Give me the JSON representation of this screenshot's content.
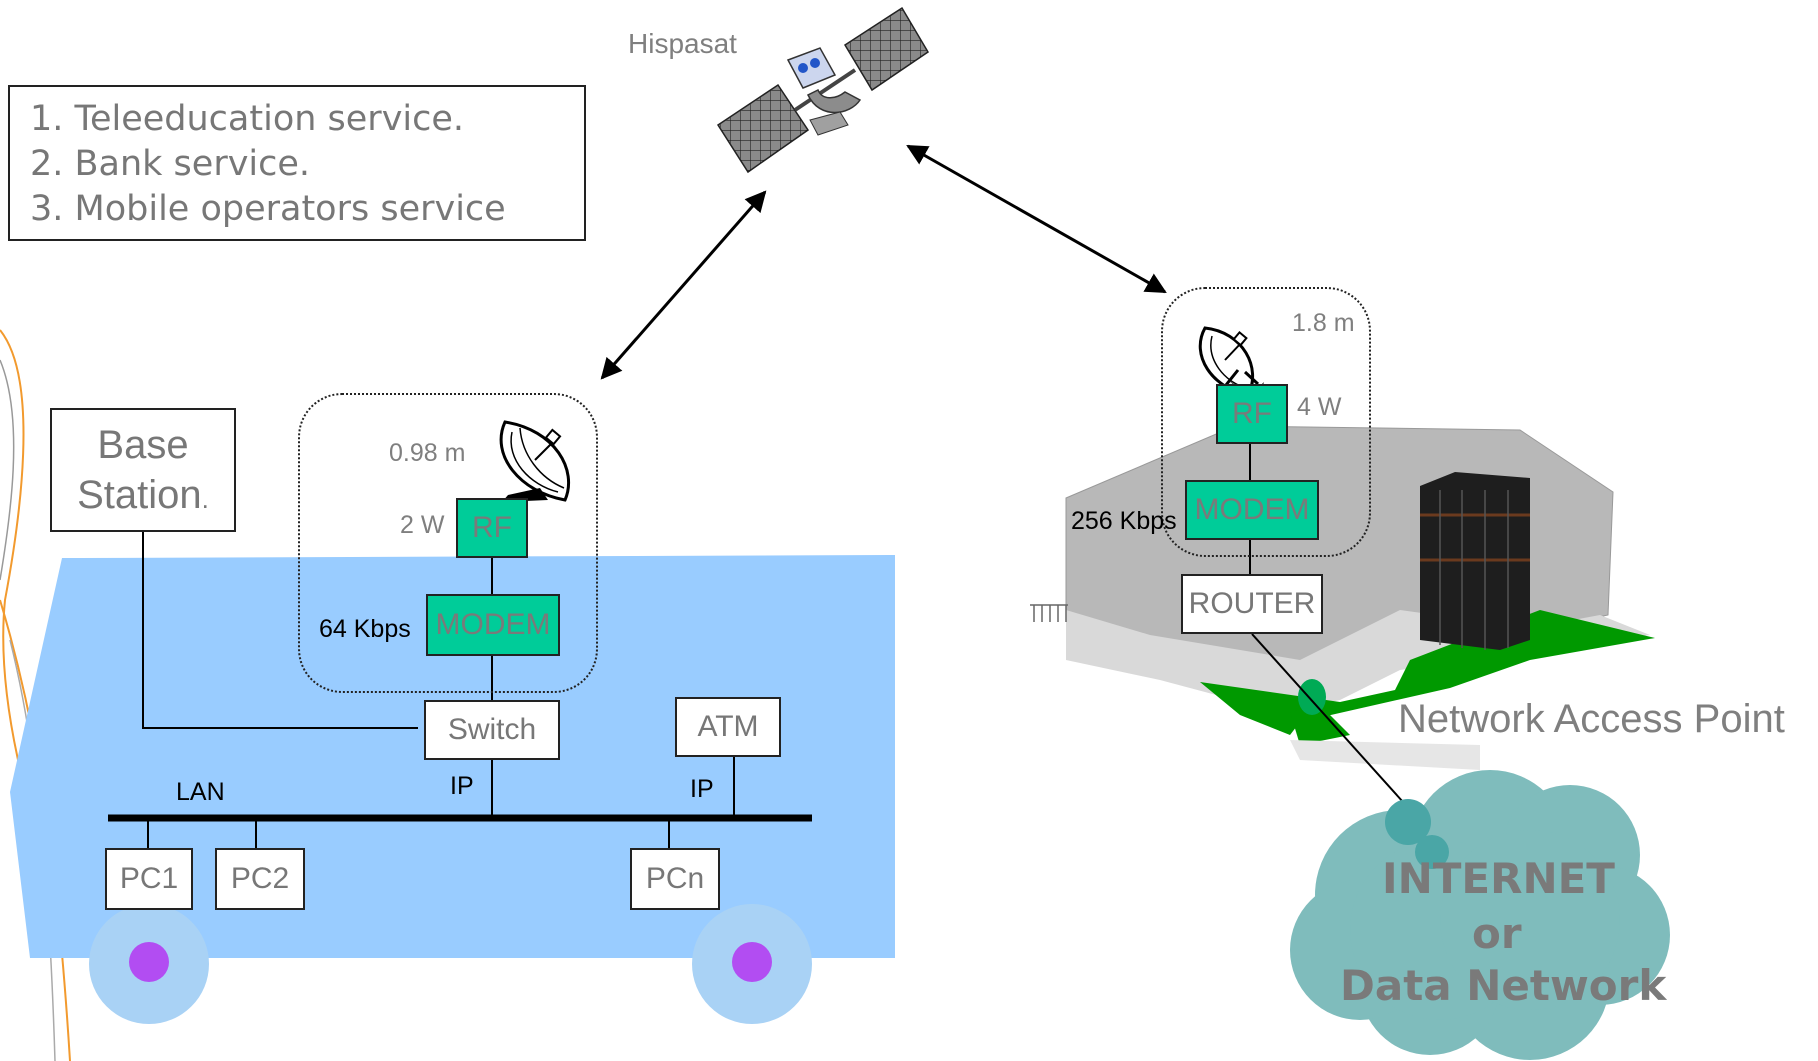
{
  "satellite": {
    "label": "Hispasat"
  },
  "services": {
    "items": [
      "1. Teleeducation service.",
      "2. Bank service.",
      "3. Mobile operators service"
    ]
  },
  "remote_site": {
    "base_station": {
      "line1": "Base",
      "line2": "Station",
      "trail": "."
    },
    "antenna_size": "0.98 m",
    "rf_power": "2 W",
    "rf_label": "RF",
    "modem_label": "MODEM",
    "rate": "64 Kbps",
    "switch_label": "Switch",
    "atm_label": "ATM",
    "lan_label": "LAN",
    "ip_label_1": "IP",
    "ip_label_2": "IP",
    "pcs": [
      "PC1",
      "PC2",
      "PCn"
    ]
  },
  "hub_site": {
    "antenna_size": "1.8 m",
    "rf_power": "4 W",
    "rf_label": "RF",
    "modem_label": "MODEM",
    "rate": "256 Kbps",
    "router_label": "ROUTER",
    "caption": "Network Access Point"
  },
  "network_cloud": {
    "line1": "INTERNET",
    "line2": "or",
    "line3": "Data Network"
  },
  "colors": {
    "vehicle": "#99ccff",
    "wheels": "#a9d2f5",
    "wheel_hubs": "#b24df2",
    "equipment_green": "#00cc99",
    "building_grey": "#b8b8b8",
    "lawn_green": "#009900",
    "cloud": "#7fbcbc"
  }
}
